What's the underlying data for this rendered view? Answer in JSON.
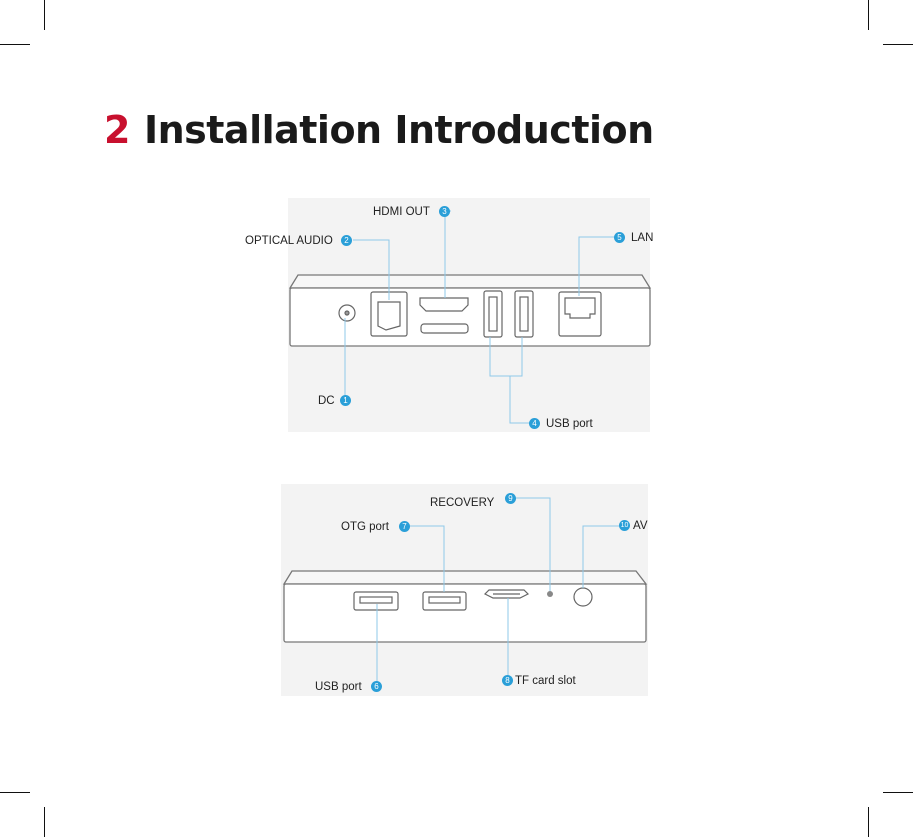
{
  "section": {
    "number": "2",
    "title": "Installation Introduction"
  },
  "rear_panel": {
    "ports": [
      {
        "num": "1",
        "label": "DC"
      },
      {
        "num": "2",
        "label": "OPTICAL AUDIO"
      },
      {
        "num": "3",
        "label": "HDMI OUT"
      },
      {
        "num": "4",
        "label": "USB port"
      },
      {
        "num": "5",
        "label": "LAN"
      }
    ]
  },
  "side_panel": {
    "ports": [
      {
        "num": "6",
        "label": "USB port"
      },
      {
        "num": "7",
        "label": "OTG port"
      },
      {
        "num": "8",
        "label": "TF card slot"
      },
      {
        "num": "9",
        "label": "RECOVERY"
      },
      {
        "num": "10",
        "label": "AV"
      }
    ]
  },
  "colors": {
    "accent_red": "#c8102e",
    "badge_blue": "#2a9fd8",
    "callout_line": "#8fc8e8"
  }
}
